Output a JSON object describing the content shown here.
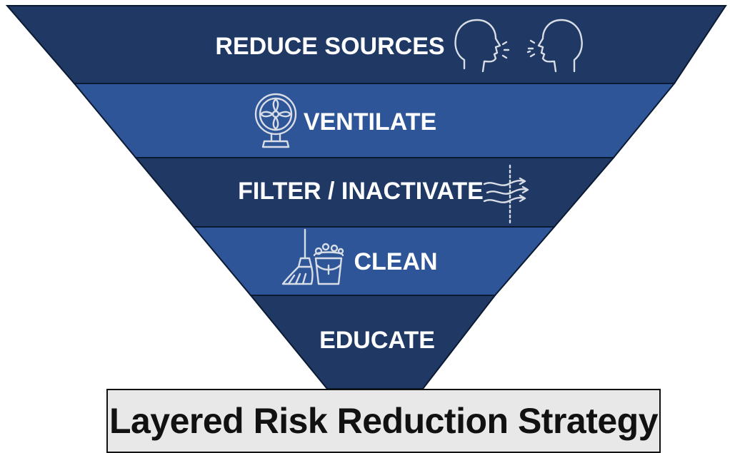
{
  "layers": [
    {
      "label": "REDUCE SOURCES",
      "icon": "two-heads-speaking-icon"
    },
    {
      "label": "VENTILATE",
      "icon": "fan-icon"
    },
    {
      "label": "FILTER / INACTIVATE",
      "icon": "airflow-filter-icon"
    },
    {
      "label": "CLEAN",
      "icon": "broom-and-bucket-icon"
    },
    {
      "label": "EDUCATE",
      "icon": ""
    }
  ],
  "caption": "Layered Risk Reduction Strategy",
  "colors": {
    "dark_band": "#1f3864",
    "light_band": "#2e5597",
    "divider": "#0b1a33",
    "icon": "#d8dde6",
    "caption_bg": "#e8e8e8"
  }
}
